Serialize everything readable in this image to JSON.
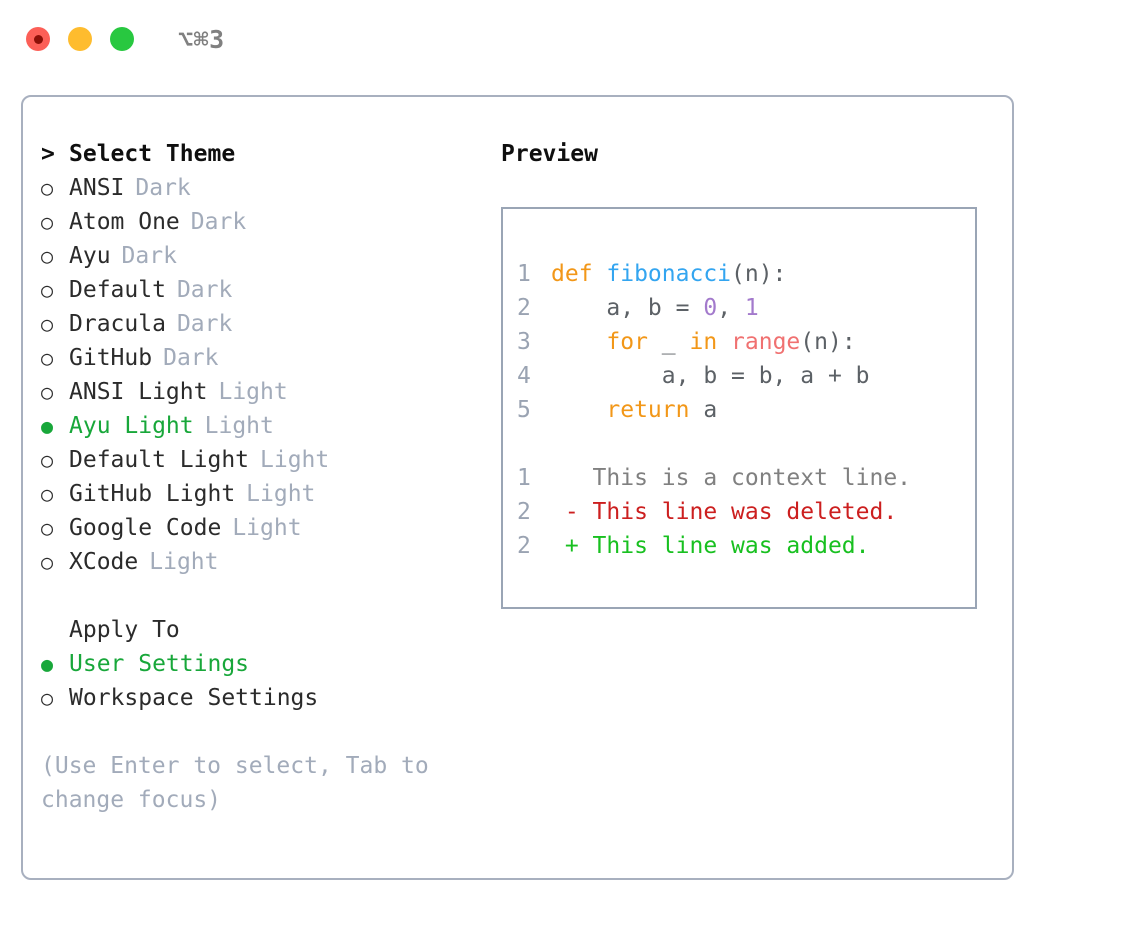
{
  "window": {
    "title": "⌥⌘3",
    "traffic_lights": [
      {
        "name": "close",
        "color": "#fc5f57"
      },
      {
        "name": "minimize",
        "color": "#febc2e"
      },
      {
        "name": "maximize",
        "color": "#28c840"
      }
    ]
  },
  "theme_section": {
    "heading_marker": ">",
    "heading": "Select Theme",
    "items": [
      {
        "bullet": "○",
        "label": "ANSI",
        "tag": "Dark",
        "selected": false
      },
      {
        "bullet": "○",
        "label": "Atom One",
        "tag": "Dark",
        "selected": false
      },
      {
        "bullet": "○",
        "label": "Ayu",
        "tag": "Dark",
        "selected": false
      },
      {
        "bullet": "○",
        "label": "Default",
        "tag": "Dark",
        "selected": false
      },
      {
        "bullet": "○",
        "label": "Dracula",
        "tag": "Dark",
        "selected": false
      },
      {
        "bullet": "○",
        "label": "GitHub",
        "tag": "Dark",
        "selected": false
      },
      {
        "bullet": "○",
        "label": "ANSI Light",
        "tag": "Light",
        "selected": false
      },
      {
        "bullet": "●",
        "label": "Ayu Light",
        "tag": "Light",
        "selected": true
      },
      {
        "bullet": "○",
        "label": "Default Light",
        "tag": "Light",
        "selected": false
      },
      {
        "bullet": "○",
        "label": "GitHub Light",
        "tag": "Light",
        "selected": false
      },
      {
        "bullet": "○",
        "label": "Google Code",
        "tag": "Light",
        "selected": false
      },
      {
        "bullet": "○",
        "label": "XCode",
        "tag": "Light",
        "selected": false
      }
    ]
  },
  "apply_section": {
    "heading_marker": " ",
    "heading": "Apply To",
    "items": [
      {
        "bullet": "●",
        "label": "User Settings",
        "selected": true
      },
      {
        "bullet": "○",
        "label": "Workspace Settings",
        "selected": false
      }
    ]
  },
  "hint": "(Use Enter to select, Tab to change focus)",
  "preview": {
    "heading": "Preview",
    "code_lines": [
      {
        "number": "1",
        "spans": [
          {
            "text": "def ",
            "style": "kw"
          },
          {
            "text": "fibonacci",
            "style": "fn"
          },
          {
            "text": "(n):",
            "style": "plain"
          }
        ]
      },
      {
        "number": "2",
        "spans": [
          {
            "text": "    a, b = ",
            "style": "plain"
          },
          {
            "text": "0",
            "style": "num"
          },
          {
            "text": ", ",
            "style": "plain"
          },
          {
            "text": "1",
            "style": "num"
          }
        ]
      },
      {
        "number": "3",
        "spans": [
          {
            "text": "    ",
            "style": "plain"
          },
          {
            "text": "for",
            "style": "kw"
          },
          {
            "text": " _ ",
            "style": "plain"
          },
          {
            "text": "in",
            "style": "kw"
          },
          {
            "text": " ",
            "style": "plain"
          },
          {
            "text": "range",
            "style": "call"
          },
          {
            "text": "(n):",
            "style": "plain"
          }
        ]
      },
      {
        "number": "4",
        "spans": [
          {
            "text": "        a, b = b, a + b",
            "style": "plain"
          }
        ]
      },
      {
        "number": "5",
        "spans": [
          {
            "text": "    ",
            "style": "plain"
          },
          {
            "text": "return",
            "style": "kw"
          },
          {
            "text": " a",
            "style": "plain"
          }
        ]
      }
    ],
    "diff_lines": [
      {
        "number": "1",
        "spans": [
          {
            "text": "   This is a context line.",
            "style": "ctx"
          }
        ]
      },
      {
        "number": "2",
        "spans": [
          {
            "text": " - This line was deleted.",
            "style": "del"
          }
        ]
      },
      {
        "number": "2",
        "spans": [
          {
            "text": " + This line was added.",
            "style": "add"
          }
        ]
      }
    ]
  },
  "colors": {
    "accent_green": "#18a73a",
    "muted": "#a2abba",
    "border": "#a8b0bf",
    "preview_border": "#9aa5b5",
    "syntax_keyword": "#f29718",
    "syntax_function": "#33a5f0",
    "syntax_call": "#f07171",
    "syntax_number": "#a37acc",
    "syntax_plain": "#5c6166",
    "diff_context": "#808080",
    "diff_deleted": "#cc1f1f",
    "diff_added": "#18c020"
  }
}
